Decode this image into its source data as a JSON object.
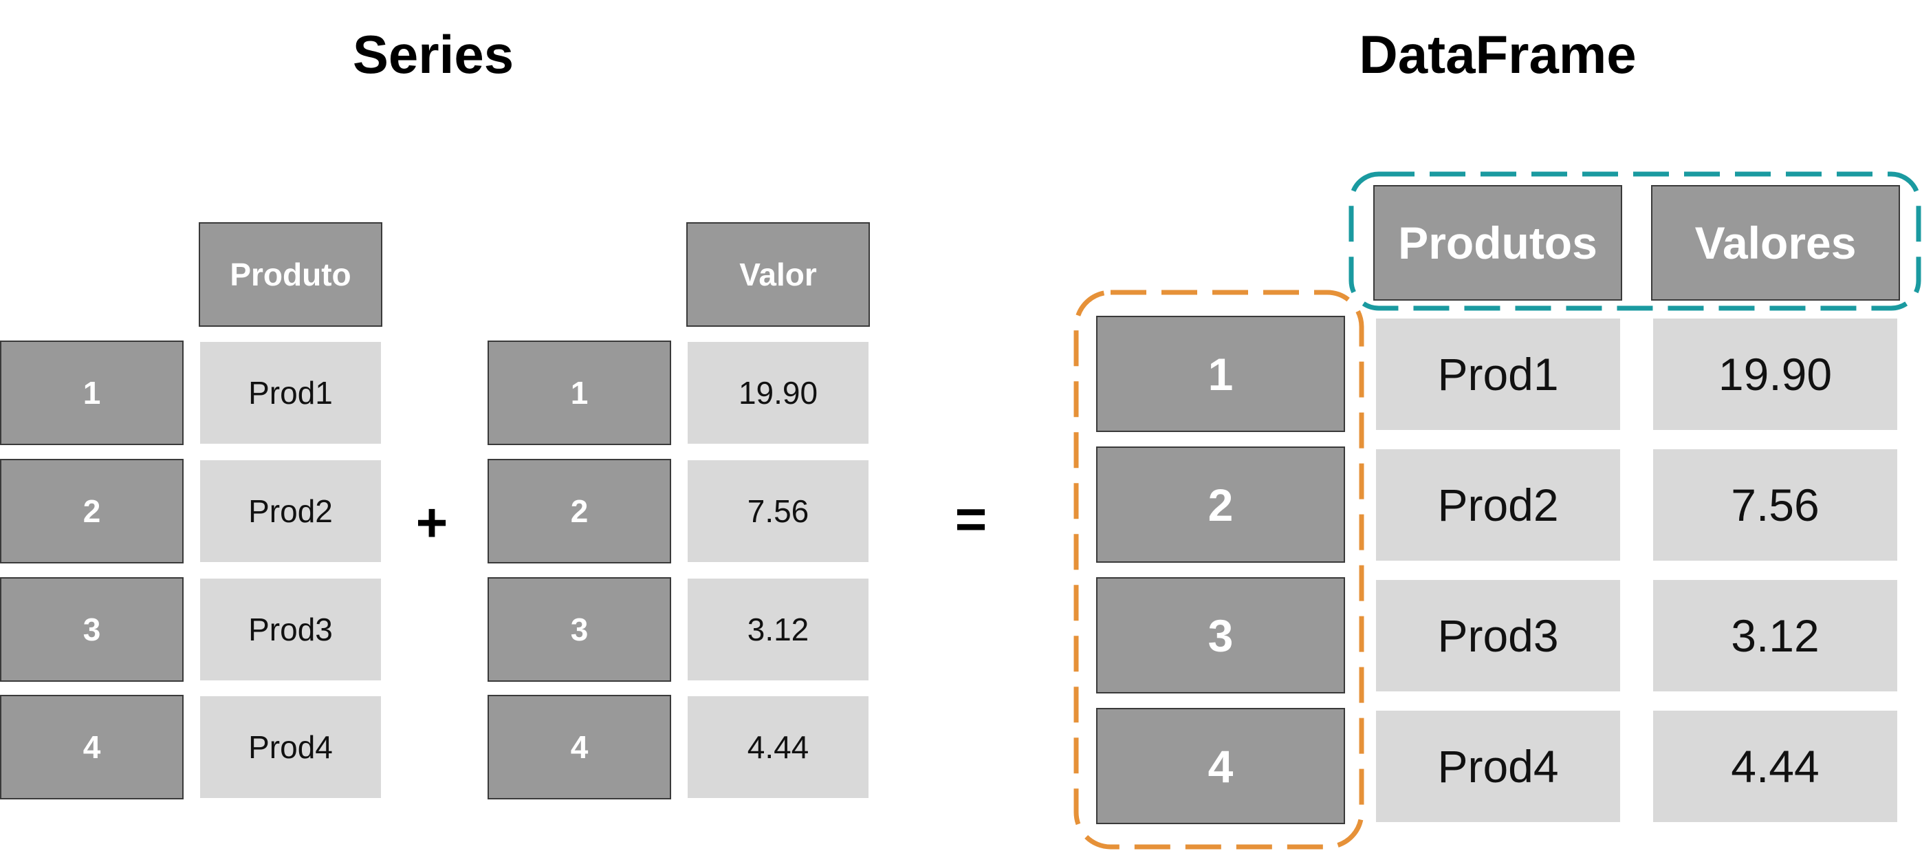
{
  "titles": {
    "series": "Series",
    "dataframe": "DataFrame"
  },
  "series_produto": {
    "header": "Produto",
    "index": [
      "1",
      "2",
      "3",
      "4"
    ],
    "values": [
      "Prod1",
      "Prod2",
      "Prod3",
      "Prod4"
    ]
  },
  "series_valor": {
    "header": "Valor",
    "index": [
      "1",
      "2",
      "3",
      "4"
    ],
    "values": [
      "19.90",
      "7.56",
      "3.12",
      "4.44"
    ]
  },
  "operators": {
    "plus": "+",
    "equals": "="
  },
  "dataframe": {
    "columns": [
      "Produtos",
      "Valores"
    ],
    "index": [
      "1",
      "2",
      "3",
      "4"
    ],
    "rows": [
      [
        "Prod1",
        "19.90"
      ],
      [
        "Prod2",
        "7.56"
      ],
      [
        "Prod3",
        "3.12"
      ],
      [
        "Prod4",
        "4.44"
      ]
    ]
  },
  "colors": {
    "index_highlight": "#e69138",
    "columns_highlight": "#1a9aa0",
    "dark_cell": "#999999",
    "light_cell": "#d9d9d9"
  }
}
